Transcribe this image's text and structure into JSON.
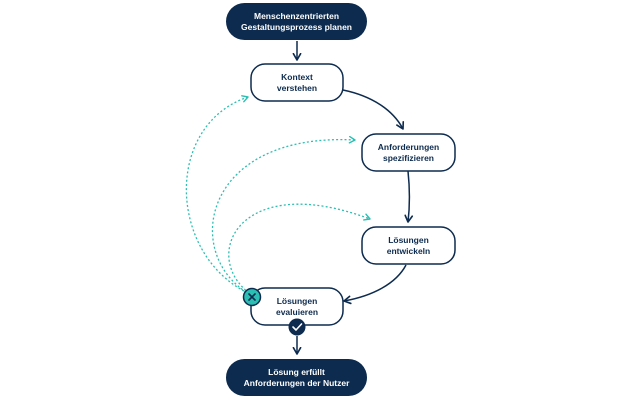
{
  "colors": {
    "navy": "#0d2b4e",
    "teal": "#2bbfb3",
    "white": "#ffffff"
  },
  "nodes": {
    "start": {
      "line1": "Menschenzentrierten",
      "line2": "Gestaltungsprozess planen"
    },
    "context": {
      "line1": "Kontext",
      "line2": "verstehen"
    },
    "requirements": {
      "line1": "Anforderungen",
      "line2": "spezifizieren"
    },
    "solutions": {
      "line1": "Lösungen",
      "line2": "entwickeln"
    },
    "evaluate": {
      "line1": "Lösungen",
      "line2": "evaluieren"
    },
    "end": {
      "line1": "Lösung erfüllt",
      "line2": "Anforderungen der Nutzer"
    }
  },
  "icons": {
    "fail": "close-icon",
    "success": "check-icon"
  }
}
